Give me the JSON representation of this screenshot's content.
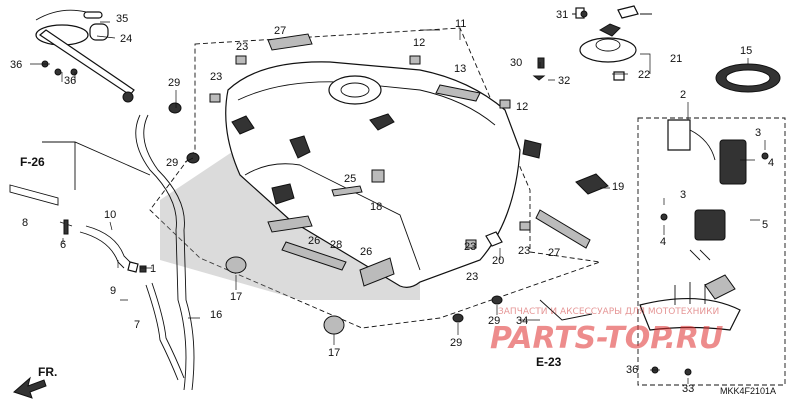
{
  "callouts": [
    {
      "id": "c1",
      "text": "1"
    },
    {
      "id": "c2",
      "text": "2"
    },
    {
      "id": "c3a",
      "text": "3"
    },
    {
      "id": "c3b",
      "text": "3"
    },
    {
      "id": "c4a",
      "text": "4"
    },
    {
      "id": "c4b",
      "text": "4"
    },
    {
      "id": "c5",
      "text": "5"
    },
    {
      "id": "c6",
      "text": "6"
    },
    {
      "id": "c7",
      "text": "7"
    },
    {
      "id": "c8",
      "text": "8"
    },
    {
      "id": "c9",
      "text": "9"
    },
    {
      "id": "c10",
      "text": "10"
    },
    {
      "id": "c11",
      "text": "11"
    },
    {
      "id": "c12a",
      "text": "12"
    },
    {
      "id": "c12b",
      "text": "12"
    },
    {
      "id": "c13",
      "text": "13"
    },
    {
      "id": "c15",
      "text": "15"
    },
    {
      "id": "c16",
      "text": "16"
    },
    {
      "id": "c17a",
      "text": "17"
    },
    {
      "id": "c17b",
      "text": "17"
    },
    {
      "id": "c18",
      "text": "18"
    },
    {
      "id": "c19",
      "text": "19"
    },
    {
      "id": "c20",
      "text": "20"
    },
    {
      "id": "c21",
      "text": "21"
    },
    {
      "id": "c22",
      "text": "22"
    },
    {
      "id": "c23a",
      "text": "23"
    },
    {
      "id": "c23b",
      "text": "23"
    },
    {
      "id": "c23c",
      "text": "23"
    },
    {
      "id": "c23d",
      "text": "23"
    },
    {
      "id": "c24",
      "text": "24"
    },
    {
      "id": "c25",
      "text": "25"
    },
    {
      "id": "c26a",
      "text": "26"
    },
    {
      "id": "c26b",
      "text": "26"
    },
    {
      "id": "c27a",
      "text": "27"
    },
    {
      "id": "c27b",
      "text": "27"
    },
    {
      "id": "c28",
      "text": "28"
    },
    {
      "id": "c29a",
      "text": "29"
    },
    {
      "id": "c29b",
      "text": "29"
    },
    {
      "id": "c29c",
      "text": "29"
    },
    {
      "id": "c29d",
      "text": "29"
    },
    {
      "id": "c30",
      "text": "30"
    },
    {
      "id": "c31",
      "text": "31"
    },
    {
      "id": "c32",
      "text": "32"
    },
    {
      "id": "c33",
      "text": "33"
    },
    {
      "id": "c34",
      "text": "34"
    },
    {
      "id": "c35",
      "text": "35"
    },
    {
      "id": "c36a",
      "text": "36"
    },
    {
      "id": "c36b",
      "text": "36"
    },
    {
      "id": "c36c",
      "text": "36"
    }
  ],
  "refs": {
    "f26": "F-26",
    "e23": "E-23",
    "fr": "FR."
  },
  "diagram_code": "MKK4F2101A",
  "watermark": {
    "top": "ЗАПЧАСТИ И АКСЕССУАРЫ ДЛЯ МОТОТЕХНИКИ",
    "brand": "PARTS-TOP.RU"
  },
  "colors": {
    "ink": "#111111",
    "watermark": "#e03030"
  }
}
